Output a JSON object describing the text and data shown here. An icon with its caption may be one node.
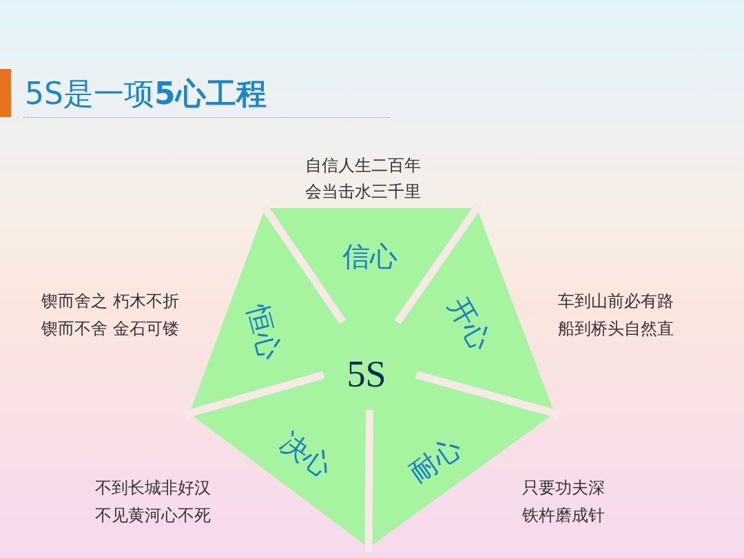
{
  "diagram": {
    "title": "5S是一项**5心工程**",
    "nodes": [
      {
        "text": [
          "信心"
        ],
        "beside": [
          "自信人生二百年",
          "会当击水三千里"
        ]
      },
      {
        "text": [
          "开心"
        ],
        "beside": [
          "车到山前必有路",
          "船到桥头自然直"
        ]
      },
      {
        "text": [
          "耐心"
        ],
        "beside": [
          "只要功夫深",
          "铁杵磨成针"
        ]
      },
      {
        "text": [
          "决心"
        ],
        "beside": [
          "不到长城非好汉",
          "不见黄河心不死"
        ]
      },
      {
        "text": [
          "恒心"
        ],
        "beside": [
          "锲而舍之 朽木不折",
          "锲而不舍 金石可镂"
        ]
      }
    ],
    "labels": [
      "5S"
    ]
  }
}
